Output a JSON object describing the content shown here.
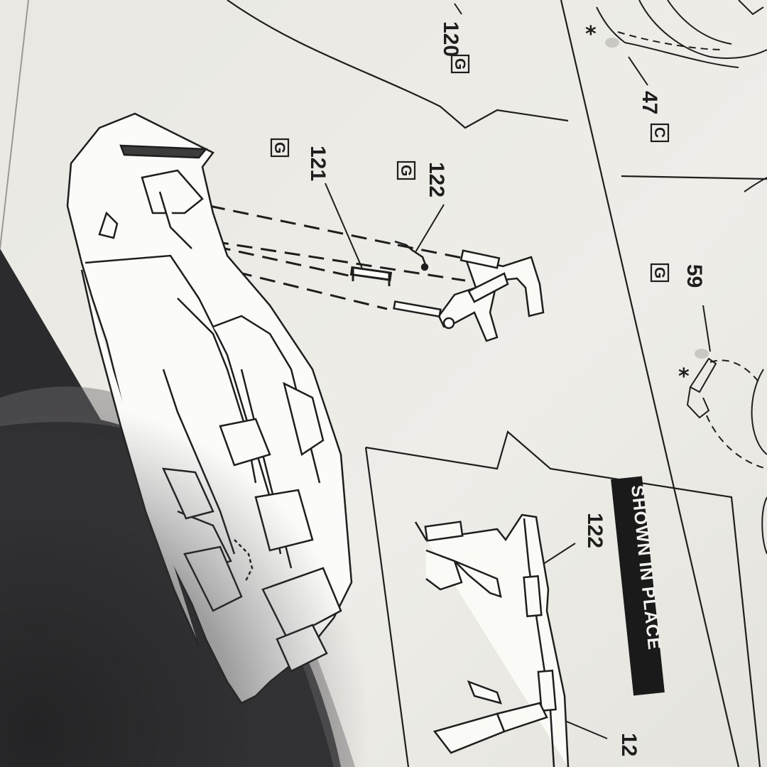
{
  "labels": {
    "part_120": "120",
    "part_121": "121",
    "part_122": "122",
    "part_122_inset": "122",
    "part_12_partial": "12",
    "part_47": "47",
    "part_59": "59"
  },
  "sprue_letters": {
    "g_120": "G",
    "g_121": "G",
    "g_122": "G",
    "c_47": "C",
    "g_59": "G"
  },
  "banner": {
    "text": "SHOWN IN PLACE"
  },
  "marks": {
    "star_top": "*",
    "star_right": "*"
  },
  "colors": {
    "paper": "#eeede7",
    "ink": "#1e1e1e",
    "shadow": "#2b2a2c",
    "banner_bg": "#1a1a1a"
  }
}
